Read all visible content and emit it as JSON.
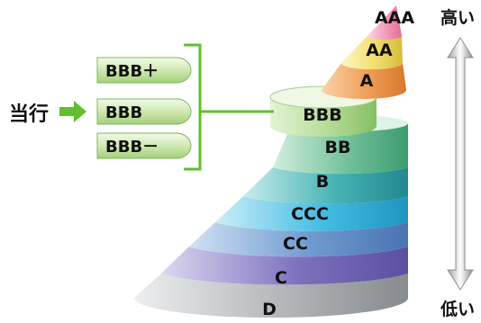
{
  "current_label": "当行",
  "bracket_color": "#5fbf2e",
  "sub_ratings": [
    {
      "label": "BBB＋"
    },
    {
      "label": "BBB"
    },
    {
      "label": "BBB－"
    }
  ],
  "scale": {
    "high_label": "高い",
    "low_label": "低い"
  },
  "tiers": [
    {
      "label": "AAA",
      "color": "#f6a9c6"
    },
    {
      "label": "AA",
      "color": "#f3e27a"
    },
    {
      "label": "A",
      "color": "#f0a25a"
    },
    {
      "label": "BBB",
      "color": "#a8d489"
    },
    {
      "label": "BB",
      "color": "#4fb28a"
    },
    {
      "label": "B",
      "color": "#2aa3a8"
    },
    {
      "label": "CCC",
      "color": "#33b3d9"
    },
    {
      "label": "CC",
      "color": "#5a8bc4"
    },
    {
      "label": "C",
      "color": "#6a5fae"
    },
    {
      "label": "D",
      "color": "#9fa3a6"
    }
  ]
}
